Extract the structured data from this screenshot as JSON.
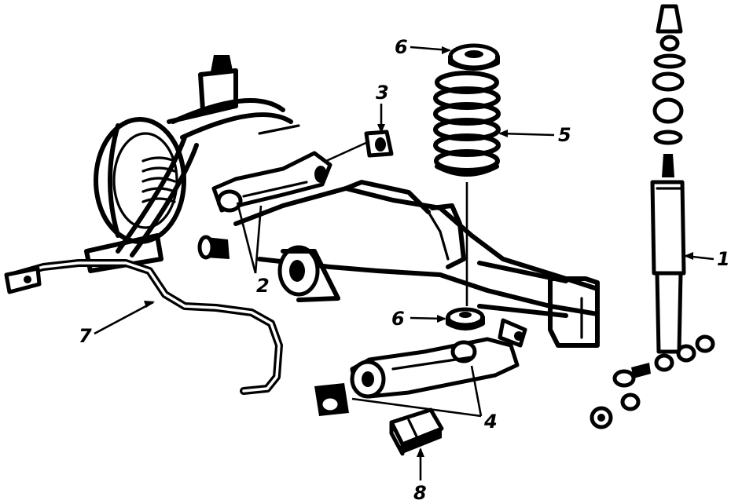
{
  "callouts": {
    "c1": "1",
    "c2": "2",
    "c3": "3",
    "c4": "4",
    "c5": "5",
    "c6_top": "6",
    "c6_mid": "6",
    "c7": "7",
    "c8": "8"
  }
}
